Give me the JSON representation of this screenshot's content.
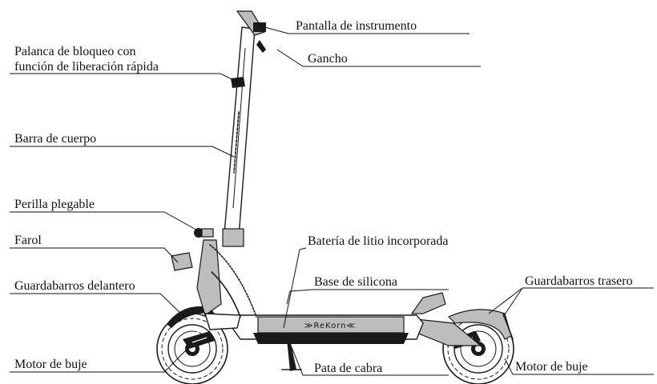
{
  "labels": {
    "display": "Pantalla de instrumento",
    "lock_lever_line1": "Palanca de bloqueo con",
    "lock_lever_line2": "función de liberación rápida",
    "hook": "Gancho",
    "body_bar": "Barra de cuerpo",
    "folding_knob": "Perilla plegable",
    "headlight": "Farol",
    "battery": "Batería de litio incorporada",
    "silicone_base": "Base de silicona",
    "front_fender": "Guardabarros delantero",
    "rear_fender": "Guardabarros trasero",
    "hub_motor_front": "Motor de buje",
    "kickstand": "Pata de cabra",
    "hub_motor_rear": "Motor de buje"
  },
  "deck_logo_text": "≫ReKorn≪"
}
